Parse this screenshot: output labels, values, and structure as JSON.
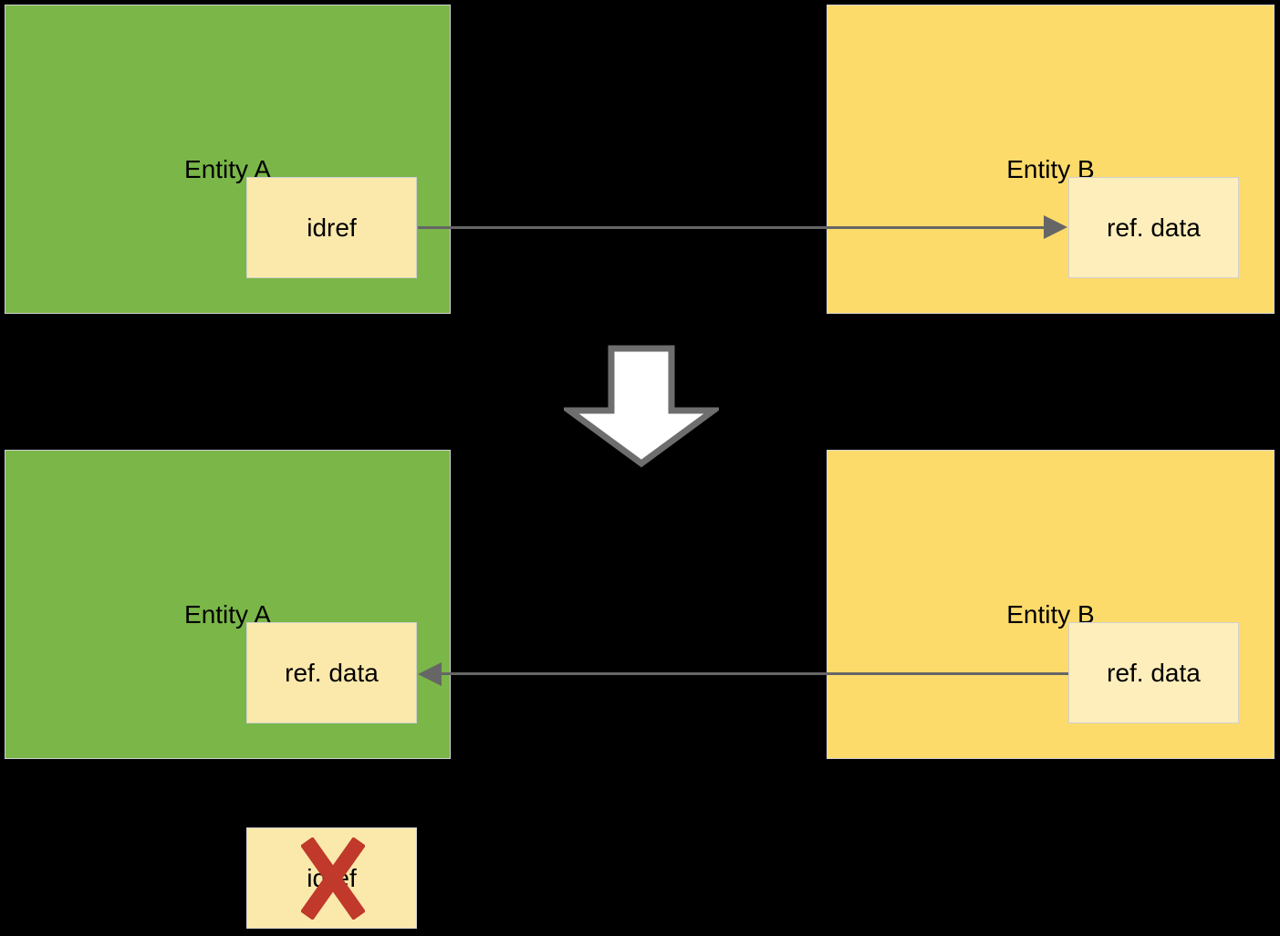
{
  "diagram": {
    "type": "flow-transformation",
    "background_color": "#000000",
    "colors": {
      "entity_a_fill": "#7ab648",
      "entity_b_fill": "#fcdb6b",
      "field_fill": "#fbe9ac",
      "field_light_fill": "#fdeebb",
      "connector": "#666666",
      "cross": "#c0392b",
      "big_arrow_fill": "#ffffff",
      "big_arrow_stroke": "#666666",
      "box_border": "#cfcfcf"
    },
    "before": {
      "left_entity": {
        "label": "Entity A",
        "field": "idref"
      },
      "right_entity": {
        "label": "Entity B",
        "field": "ref. data"
      },
      "connector": {
        "direction": "right",
        "from": "idref",
        "to": "ref. data"
      }
    },
    "transform_arrow": {
      "icon": "down-arrow-icon",
      "direction": "down"
    },
    "after": {
      "left_entity": {
        "label": "Entity A",
        "field": "ref. data"
      },
      "right_entity": {
        "label": "Entity B",
        "field": "ref. data"
      },
      "connector": {
        "direction": "left",
        "from": "ref. data",
        "to": "ref. data"
      }
    },
    "removed": {
      "field": "idref",
      "marker": "red-x-icon"
    }
  }
}
